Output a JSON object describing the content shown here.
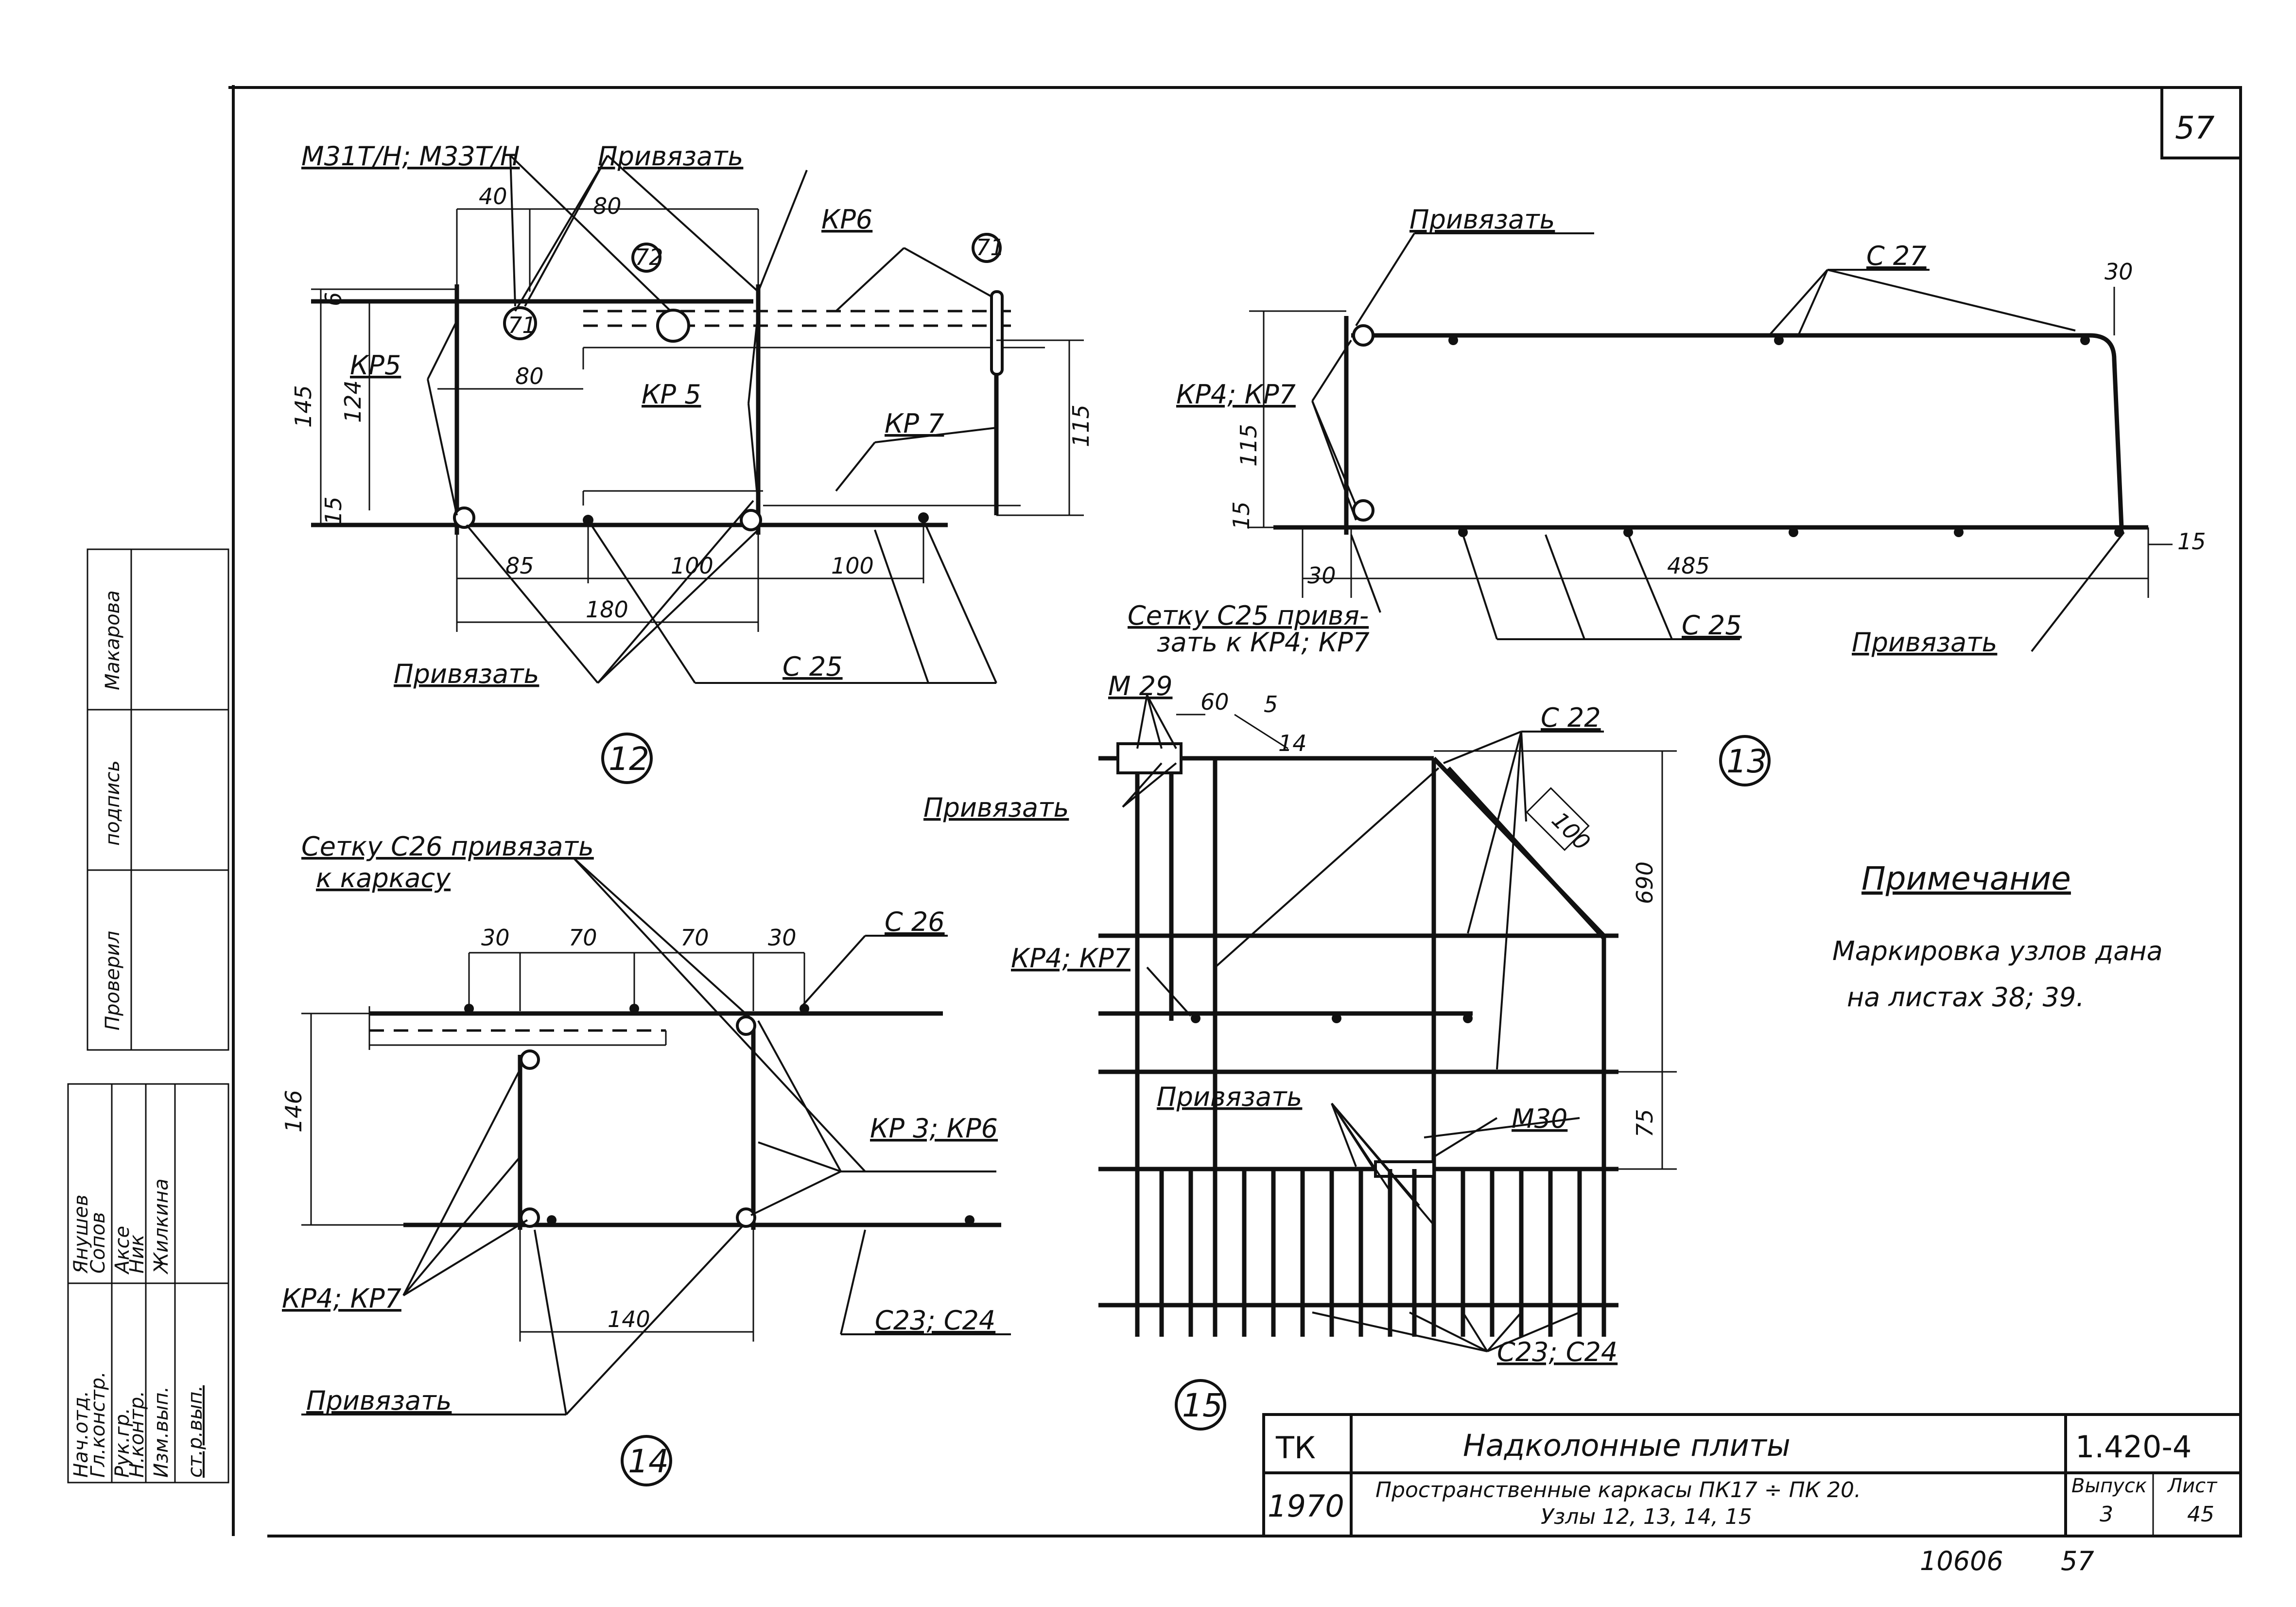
{
  "sheet": {
    "page_number": "57",
    "archive_number": "10606",
    "archive_page": "57"
  },
  "node12": {
    "id": "12",
    "labels": {
      "mesh_marks": "М31Т/Н; М33Т/Н",
      "tie_top": "Привязать",
      "tie_bottom": "Привязать",
      "kr6": "КР6",
      "kr5_left": "КР5",
      "kr5_right": "КР 5",
      "kr7": "КР 7",
      "c25": "С 25",
      "pos71_a": "71",
      "pos71_b": "71",
      "pos72": "72"
    },
    "dims": {
      "d40": "40",
      "d80_top": "80",
      "d80_mid": "80",
      "d145": "145",
      "d124": "124",
      "d6": "6",
      "d15": "15",
      "d115": "115",
      "d85": "85",
      "d100_a": "100",
      "d100_b": "100",
      "d180": "180"
    }
  },
  "node13": {
    "id": "13",
    "labels": {
      "tie_top": "Привязать",
      "c27": "С 27",
      "kr": "КР4; КР7",
      "c25": "С 25",
      "tie_bottom": "Привязать",
      "note_line1": "Сетку С25 привя-",
      "note_line2": "зать к КР4; КР7"
    },
    "dims": {
      "d30_top": "30",
      "d115": "115",
      "d15_left": "15",
      "d30": "30",
      "d485": "485",
      "d15_right": "15"
    }
  },
  "node14": {
    "id": "14",
    "labels": {
      "note_line1": "Сетку С26 привязать",
      "note_line2": "к каркасу",
      "c26": "С 26",
      "kr3": "КР 3; КР6",
      "kr4": "КР4; КР7",
      "c23": "С23; С24",
      "tie": "Привязать"
    },
    "dims": {
      "d30_a": "30",
      "d70_a": "70",
      "d70_b": "70",
      "d30_b": "30",
      "d146": "146",
      "d140": "140"
    }
  },
  "node15": {
    "id": "15",
    "labels": {
      "m29": "М 29",
      "tie_top": "Привязать",
      "c22": "С 22",
      "kr": "КР4; КР7",
      "tie_bottom": "Привязать",
      "m30": "М30",
      "c23": "С23; С24"
    },
    "dims": {
      "d60": "60",
      "d5": "5",
      "d14": "14",
      "d100": "100",
      "d690": "690",
      "d75": "75"
    }
  },
  "note": {
    "title": "Примечание",
    "line1": "Маркировка узлов дана",
    "line2": "на листах 38; 39."
  },
  "title_block": {
    "org": "ТК",
    "year": "1970",
    "title": "Надколонные плиты",
    "subtitle_line1": "Пространственные каркасы ПК17 ÷ ПК 20.",
    "subtitle_line2": "Узлы 12, 13, 14, 15",
    "series": "1.420-4",
    "issue_label": "Выпуск",
    "issue": "3",
    "sheet_label": "Лист",
    "sheet_no": "45"
  },
  "side_stamp": {
    "checked_label": "Проверил",
    "checked_name": "Макарова",
    "sign_note": "подпись",
    "rows": [
      "Нач.отд.",
      "Гл.констр.",
      "Рук.гр.",
      "Н.контр.",
      "Изм.вып."
    ],
    "names": [
      "Янушев",
      "Сопов",
      "Аксе",
      "Ник",
      "Жилкина"
    ],
    "copy_note": "ст.р.вып."
  }
}
